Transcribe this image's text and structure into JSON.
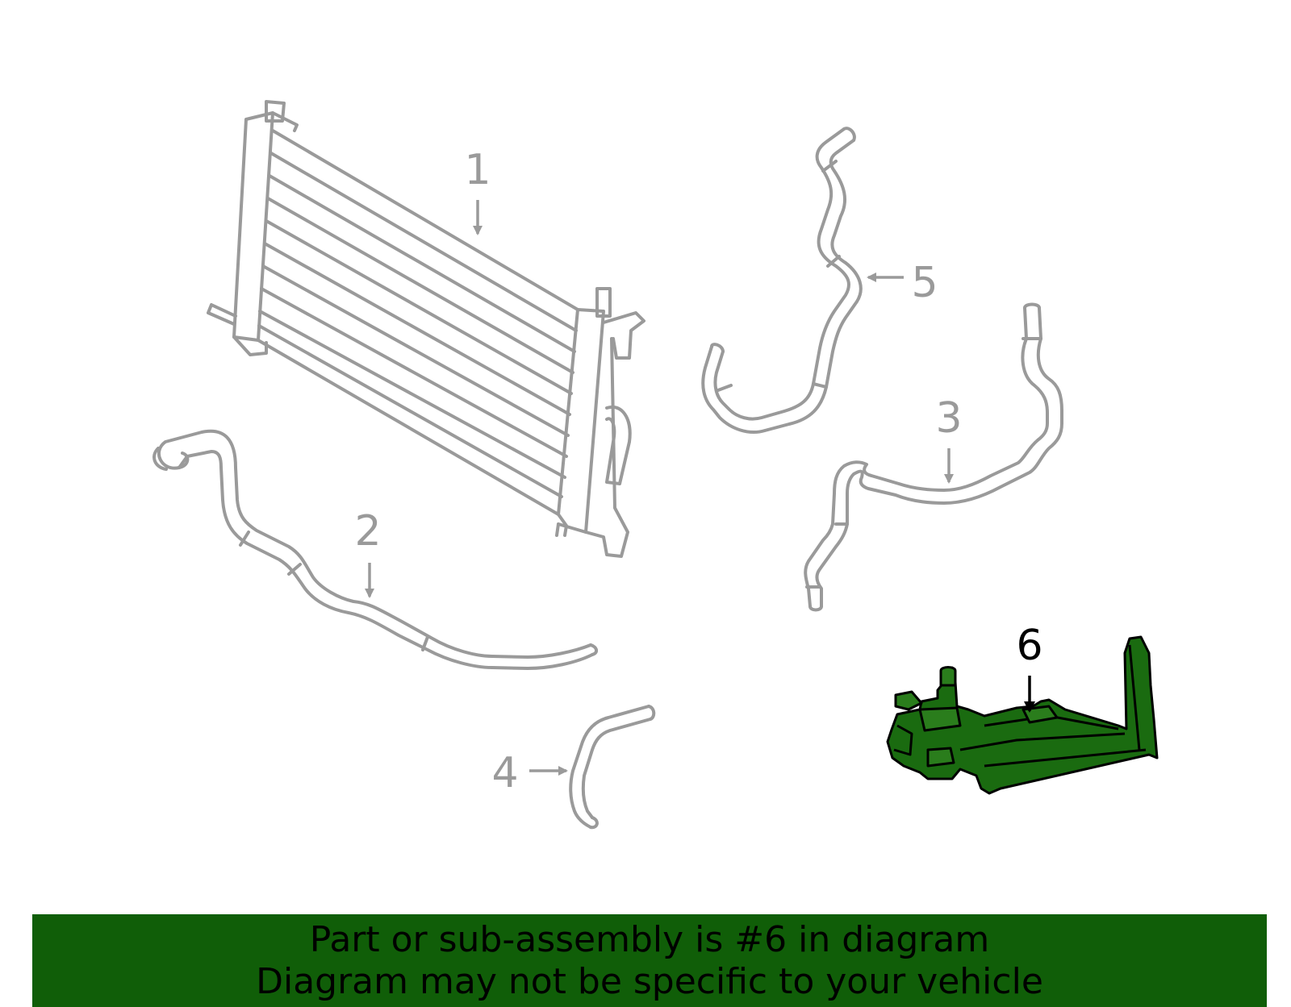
{
  "diagram": {
    "callouts": [
      {
        "id": "1",
        "label": "1",
        "highlighted": false
      },
      {
        "id": "2",
        "label": "2",
        "highlighted": false
      },
      {
        "id": "3",
        "label": "3",
        "highlighted": false
      },
      {
        "id": "4",
        "label": "4",
        "highlighted": false
      },
      {
        "id": "5",
        "label": "5",
        "highlighted": false
      },
      {
        "id": "6",
        "label": "6",
        "highlighted": true
      }
    ],
    "colors": {
      "outline": "#9a9a9a",
      "highlight_fill": "#1a6b10",
      "highlight_stroke": "#000000",
      "banner_bg": "#105e08"
    }
  },
  "banner": {
    "line1": "Part or sub-assembly is #6 in diagram",
    "line2": "Diagram may not be specific to your vehicle"
  }
}
